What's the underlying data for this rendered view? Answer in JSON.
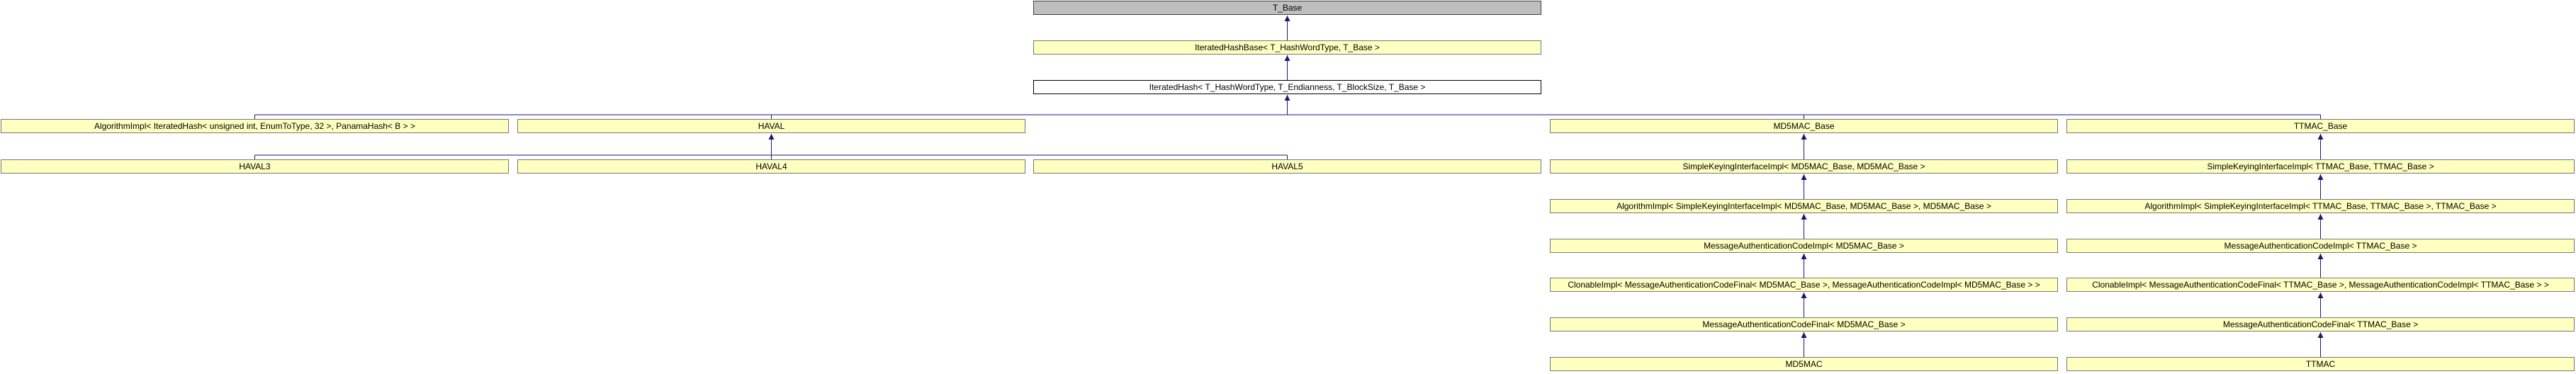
{
  "diagram": {
    "nodes": {
      "t_base": "T_Base",
      "iterated_hash_base": "IteratedHashBase< T_HashWordType, T_Base >",
      "iterated_hash": "IteratedHash< T_HashWordType, T_Endianness, T_BlockSize, T_Base >",
      "algorithm_impl_panama": "AlgorithmImpl< IteratedHash< unsigned int, EnumToType, 32 >, PanamaHash< B > >",
      "haval": "HAVAL",
      "md5mac_base": "MD5MAC_Base",
      "ttmac_base": "TTMAC_Base",
      "haval3": "HAVAL3",
      "haval4": "HAVAL4",
      "haval5": "HAVAL5",
      "md5_simple_keying": "SimpleKeyingInterfaceImpl< MD5MAC_Base, MD5MAC_Base >",
      "tt_simple_keying": "SimpleKeyingInterfaceImpl< TTMAC_Base, TTMAC_Base >",
      "md5_algorithm_impl": "AlgorithmImpl< SimpleKeyingInterfaceImpl< MD5MAC_Base, MD5MAC_Base >, MD5MAC_Base >",
      "tt_algorithm_impl": "AlgorithmImpl< SimpleKeyingInterfaceImpl< TTMAC_Base, TTMAC_Base >, TTMAC_Base >",
      "md5_mac_code_impl": "MessageAuthenticationCodeImpl< MD5MAC_Base >",
      "tt_mac_code_impl": "MessageAuthenticationCodeImpl< TTMAC_Base >",
      "md5_clonable_impl": "ClonableImpl< MessageAuthenticationCodeFinal< MD5MAC_Base >, MessageAuthenticationCodeImpl< MD5MAC_Base > >",
      "tt_clonable_impl": "ClonableImpl< MessageAuthenticationCodeFinal< TTMAC_Base >, MessageAuthenticationCodeImpl< TTMAC_Base > >",
      "md5_mac_code_final": "MessageAuthenticationCodeFinal< MD5MAC_Base >",
      "tt_mac_code_final": "MessageAuthenticationCodeFinal< TTMAC_Base >",
      "md5mac": "MD5MAC",
      "ttmac": "TTMAC"
    },
    "colors": {
      "node_fill": "#ffffc0",
      "root_fill": "#bfbfbf",
      "current_fill": "#ffffff",
      "edge": "#191970"
    }
  }
}
